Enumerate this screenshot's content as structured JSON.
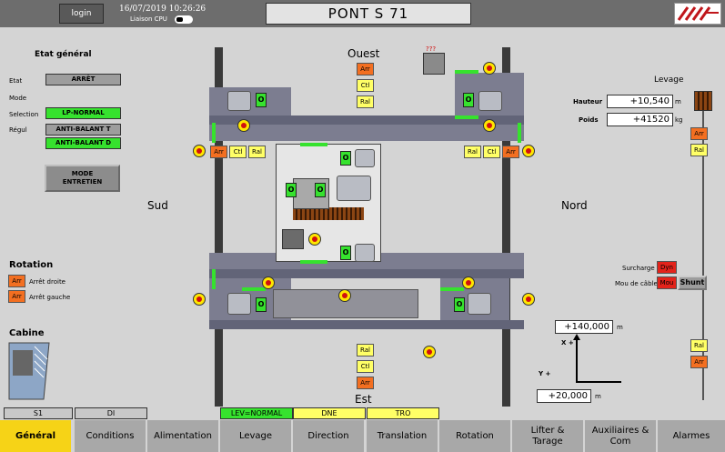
{
  "header": {
    "login_label": "login",
    "datetime": "16/07/2019 10:26:26",
    "liaison_label": "Liaison CPU",
    "title": "PONT    S 71"
  },
  "etat_general": {
    "title": "Etat général",
    "etat_label": "Etat",
    "etat_value": "ARRÊT",
    "mode_label": "Mode",
    "selection_label": "Selection",
    "selection_value": "LP-NORMAL",
    "regul_label": "Régul",
    "regul_value_1": "ANTI-BALANT T",
    "regul_value_2": "ANTI-BALANT D",
    "mode_entretien_label": "MODE\nENTRETIEN"
  },
  "rotation": {
    "title": "Rotation",
    "arr": "Arr",
    "arret_droite": "Arrêt droite",
    "arret_gauche": "Arrêt gauche"
  },
  "cabine": {
    "title": "Cabine"
  },
  "directions": {
    "ouest": "Ouest",
    "est": "Est",
    "sud": "Sud",
    "nord": "Nord"
  },
  "tags": {
    "arr": "Arr",
    "ctl": "Ctl",
    "ral": "Ral",
    "unknown": "???",
    "o": "O"
  },
  "levage": {
    "title": "Levage",
    "hauteur_label": "Hauteur",
    "hauteur_value": "+10,540",
    "hauteur_unit": "m",
    "poids_label": "Poids",
    "poids_value": "+41520",
    "poids_unit": "kg",
    "surcharge_label": "Surcharge",
    "surcharge_value": "Dyn",
    "mou_label": "Mou de câble",
    "mou_value": "Mou",
    "shunt_label": "Shunt"
  },
  "position": {
    "x_value": "+140,000",
    "x_unit": "m",
    "x_label": "X +",
    "y_label": "Y +",
    "y_value": "+20,000",
    "y_unit": "m"
  },
  "status_strip": {
    "s1": "S1",
    "di": "DI",
    "lev": "LEV=NORMAL",
    "dne": "DNE",
    "tro": "TRO"
  },
  "nav": {
    "tabs": [
      "Général",
      "Conditions",
      "Alimentation",
      "Levage",
      "Direction",
      "Translation",
      "Rotation",
      "Lifter &\nTarage",
      "Auxiliaires &\nCom",
      "Alarmes"
    ]
  },
  "colors": {
    "green": "#36e22e",
    "orange": "#f36f21",
    "yellow": "#ffff66",
    "red": "#e3231b",
    "active_tab": "#f6d317"
  }
}
